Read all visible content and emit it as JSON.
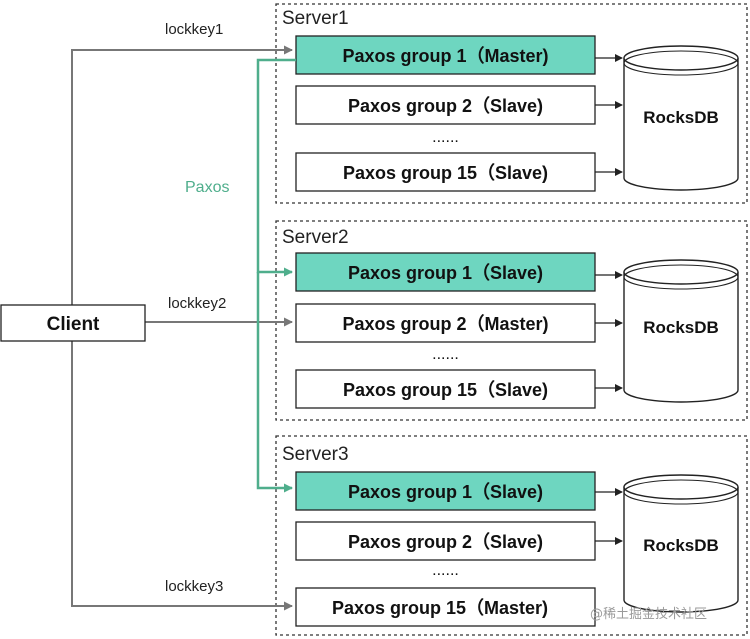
{
  "colors": {
    "master_fill": "#6ed6c0",
    "paxos_line": "#4fae8c",
    "client_line": "#777777",
    "box_stroke": "#222222"
  },
  "client": {
    "label": "Client"
  },
  "paxos_label": "Paxos",
  "lockkeys": [
    "lockkey1",
    "lockkey2",
    "lockkey3"
  ],
  "servers": [
    {
      "title": "Server1",
      "groups": [
        {
          "label": "Paxos group 1（Master)",
          "highlighted": true
        },
        {
          "label": "Paxos group 2（Slave)",
          "highlighted": false
        },
        {
          "label": "Paxos group 15（Slave)",
          "highlighted": false
        }
      ],
      "ellipsis": "......",
      "db": "RocksDB"
    },
    {
      "title": "Server2",
      "groups": [
        {
          "label": "Paxos group 1（Slave)",
          "highlighted": true
        },
        {
          "label": "Paxos group 2（Master)",
          "highlighted": false
        },
        {
          "label": "Paxos group 15（Slave)",
          "highlighted": false
        }
      ],
      "ellipsis": "......",
      "db": "RocksDB"
    },
    {
      "title": "Server3",
      "groups": [
        {
          "label": "Paxos group 1（Slave)",
          "highlighted": true
        },
        {
          "label": "Paxos group 2（Slave)",
          "highlighted": false
        },
        {
          "label": "Paxos group 15（Master)",
          "highlighted": false
        }
      ],
      "ellipsis": "......",
      "db": "RocksDB"
    }
  ],
  "watermark": "@稀土掘金技术社区"
}
